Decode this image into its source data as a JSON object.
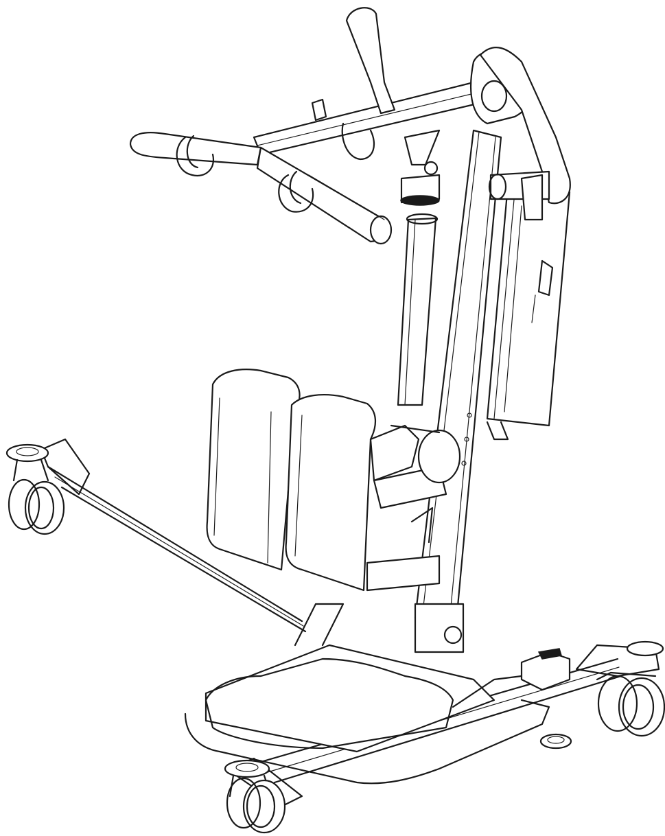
{
  "figure": {
    "colors": {
      "line": "#1a1a1a",
      "background": "#ffffff"
    },
    "parts": [
      "front-left-caster",
      "front-right-caster",
      "rear-left-caster",
      "rear-right-caster",
      "left-leg",
      "right-leg",
      "footplate",
      "mast",
      "actuator",
      "control-box",
      "knee-pad",
      "lift-arm",
      "handle-bar",
      "sling-hooks",
      "height-knob",
      "leg-spread-pedal"
    ]
  }
}
